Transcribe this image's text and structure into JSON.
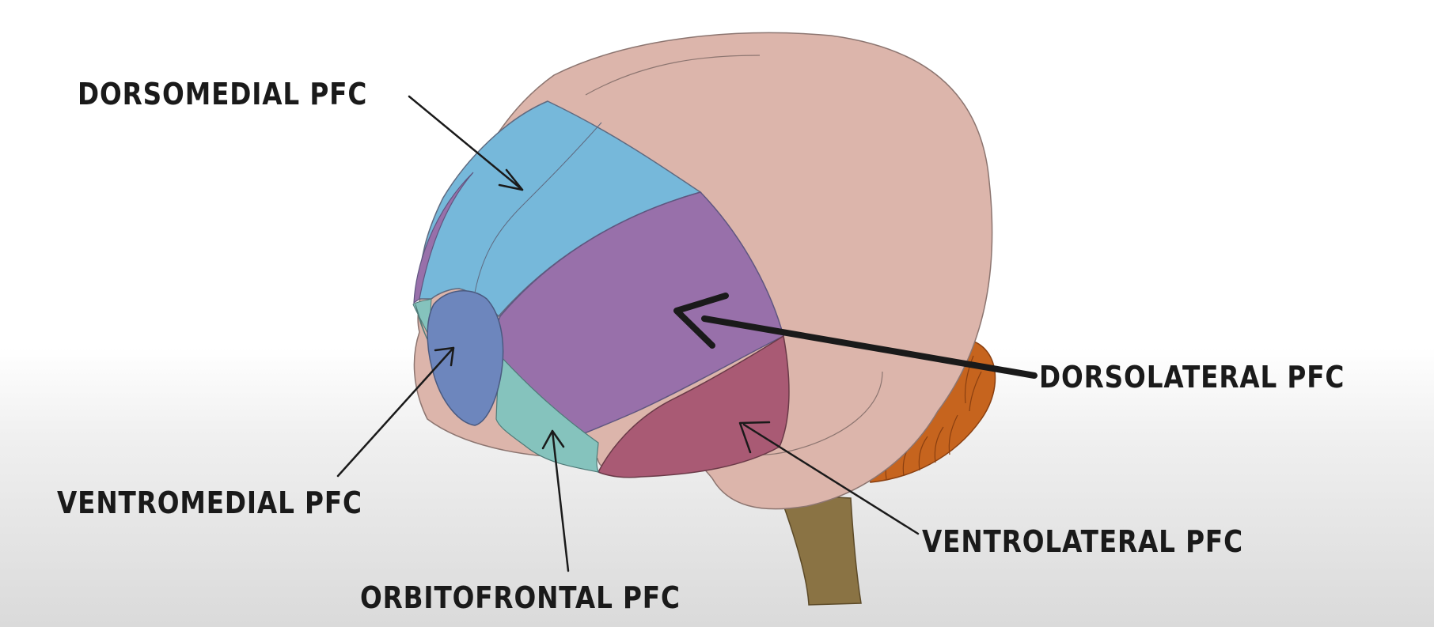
{
  "labels": {
    "dorsomedial": "DORSOMEDIAL PFC",
    "dorsolateral": "DORSOLATERAL PFC",
    "ventromedial": "VENTROMEDIAL PFC",
    "ventrolateral": "VENTROLATERAL PFC",
    "orbitofrontal": "ORBITOFRONTAL PFC"
  },
  "colors": {
    "brain": "#dcb5ab",
    "dorsomedial": "#76b8da",
    "dorsolateral": "#9870aa",
    "ventromedial": "#6d86bd",
    "ventrolateral": "#a95a74",
    "orbitofrontal": "#85c3bd",
    "cerebellum": "#c6641e",
    "brainstem": "#8a7344"
  }
}
